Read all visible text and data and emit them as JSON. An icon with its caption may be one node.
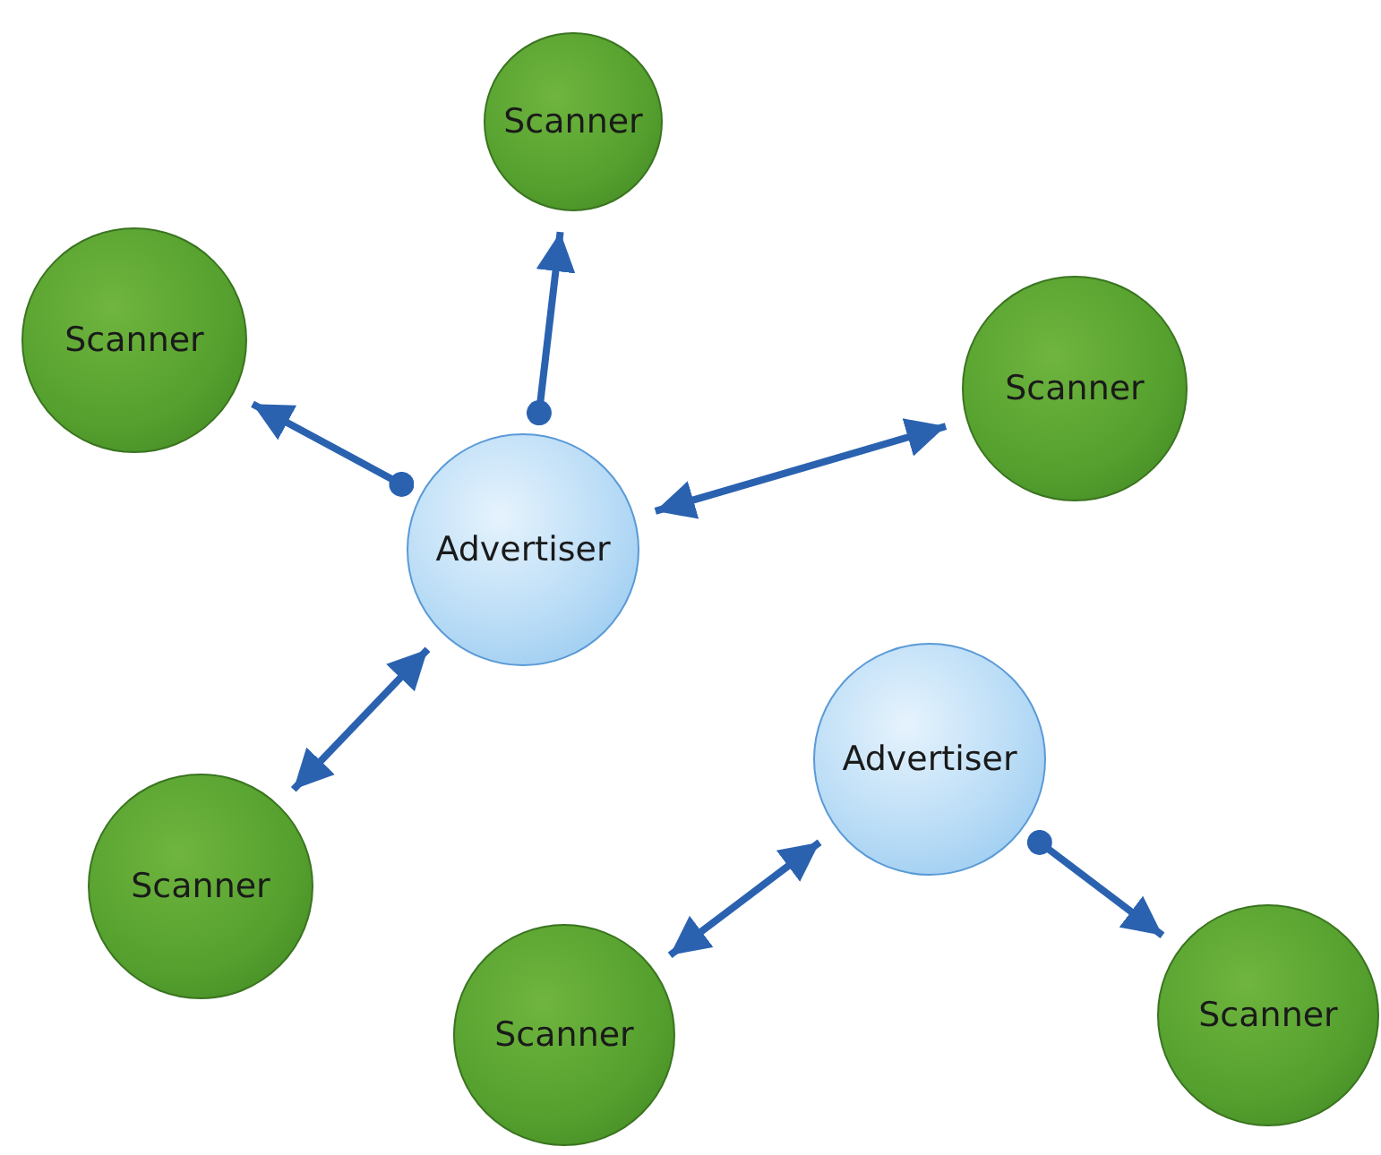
{
  "diagram": {
    "nodes": [
      {
        "text": [
          "Scanner"
        ]
      },
      {
        "text": [
          "Scanner"
        ]
      },
      {
        "text": [
          "Scanner"
        ]
      },
      {
        "text": [
          "Advertiser"
        ]
      },
      {
        "text": [
          "Advertiser"
        ]
      },
      {
        "text": [
          "Scanner"
        ]
      },
      {
        "text": [
          "Scanner"
        ]
      },
      {
        "text": [
          "Scanner"
        ]
      }
    ],
    "edges": [
      {
        "from": 3,
        "to": 0,
        "arrow": "to"
      },
      {
        "from": 3,
        "to": 1,
        "arrow": "to"
      },
      {
        "from": 3,
        "to": 2,
        "arrow": "both"
      },
      {
        "from": 3,
        "to": 5,
        "arrow": "both"
      },
      {
        "from": 4,
        "to": 6,
        "arrow": "both"
      },
      {
        "from": 4,
        "to": 7,
        "arrow": "to"
      }
    ]
  }
}
